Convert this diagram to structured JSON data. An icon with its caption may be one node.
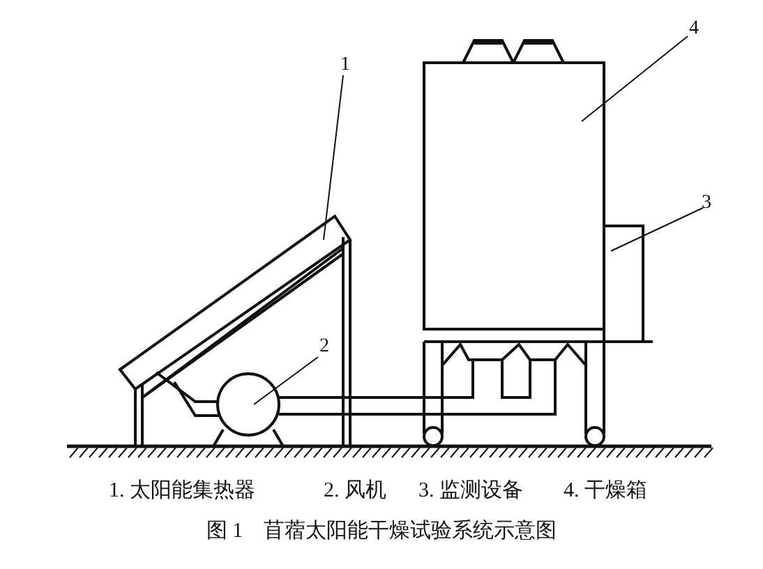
{
  "diagram": {
    "caption": "图 1　苜蓿太阳能干燥试验系统示意图",
    "nodes": [
      {
        "text": [
          "1"
        ]
      },
      {
        "text": [
          "2"
        ]
      },
      {
        "text": [
          "3"
        ]
      },
      {
        "text": [
          "4"
        ]
      },
      {
        "text": [],
        "shape": "box"
      },
      {
        "text": [],
        "shape": "circle"
      },
      {
        "text": [],
        "shape": "box"
      },
      {
        "text": [],
        "shape": "box"
      }
    ],
    "edges": [
      {
        "from": 0,
        "to": 4,
        "arrow": "none"
      },
      {
        "from": 1,
        "to": 5,
        "arrow": "none"
      },
      {
        "from": 2,
        "to": 7,
        "arrow": "none"
      },
      {
        "from": 3,
        "to": 6,
        "arrow": "none"
      }
    ],
    "labels": [
      "1. 太阳能集热器",
      "2. 风机",
      "3. 监测设备",
      "4. 干燥箱"
    ]
  }
}
